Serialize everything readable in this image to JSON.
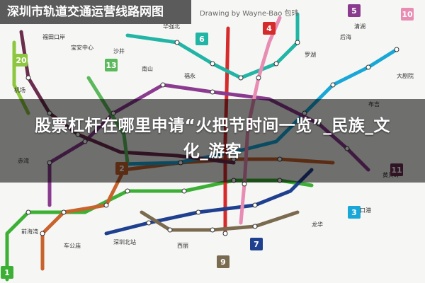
{
  "map": {
    "title": "深圳市轨道交通运营线路网图",
    "credit": "Drawing by Wayne-Bao 包玮",
    "line_badges": [
      {
        "label": "1",
        "color": "#3cb035"
      },
      {
        "label": "2",
        "color": "#c8632d"
      },
      {
        "label": "3",
        "color": "#19a7d7"
      },
      {
        "label": "4",
        "color": "#d52b2b"
      },
      {
        "label": "5",
        "color": "#8a3b8f"
      },
      {
        "label": "6",
        "color": "#22b5a6"
      },
      {
        "label": "7",
        "color": "#1f3f8f"
      },
      {
        "label": "9",
        "color": "#7a6a4f"
      },
      {
        "label": "10",
        "color": "#e88cb3"
      },
      {
        "label": "11",
        "color": "#6b2d4e"
      },
      {
        "label": "13",
        "color": "#5cb85c"
      },
      {
        "label": "20",
        "color": "#8dc63f"
      }
    ],
    "stations": [
      "福田口岸",
      "华强北",
      "罗湖",
      "机场",
      "后海",
      "南山",
      "宝安中心",
      "布吉",
      "大剧院",
      "车公庙",
      "深圳北站",
      "西丽",
      "龙华",
      "蛇口港",
      "黄贝岭",
      "赤湾",
      "前海湾",
      "清湖",
      "沙井",
      "福永"
    ]
  },
  "headline": {
    "line1": "股票杠杆在哪里申请“火把节时间一览”_民族_文",
    "line2": "化_游客"
  }
}
